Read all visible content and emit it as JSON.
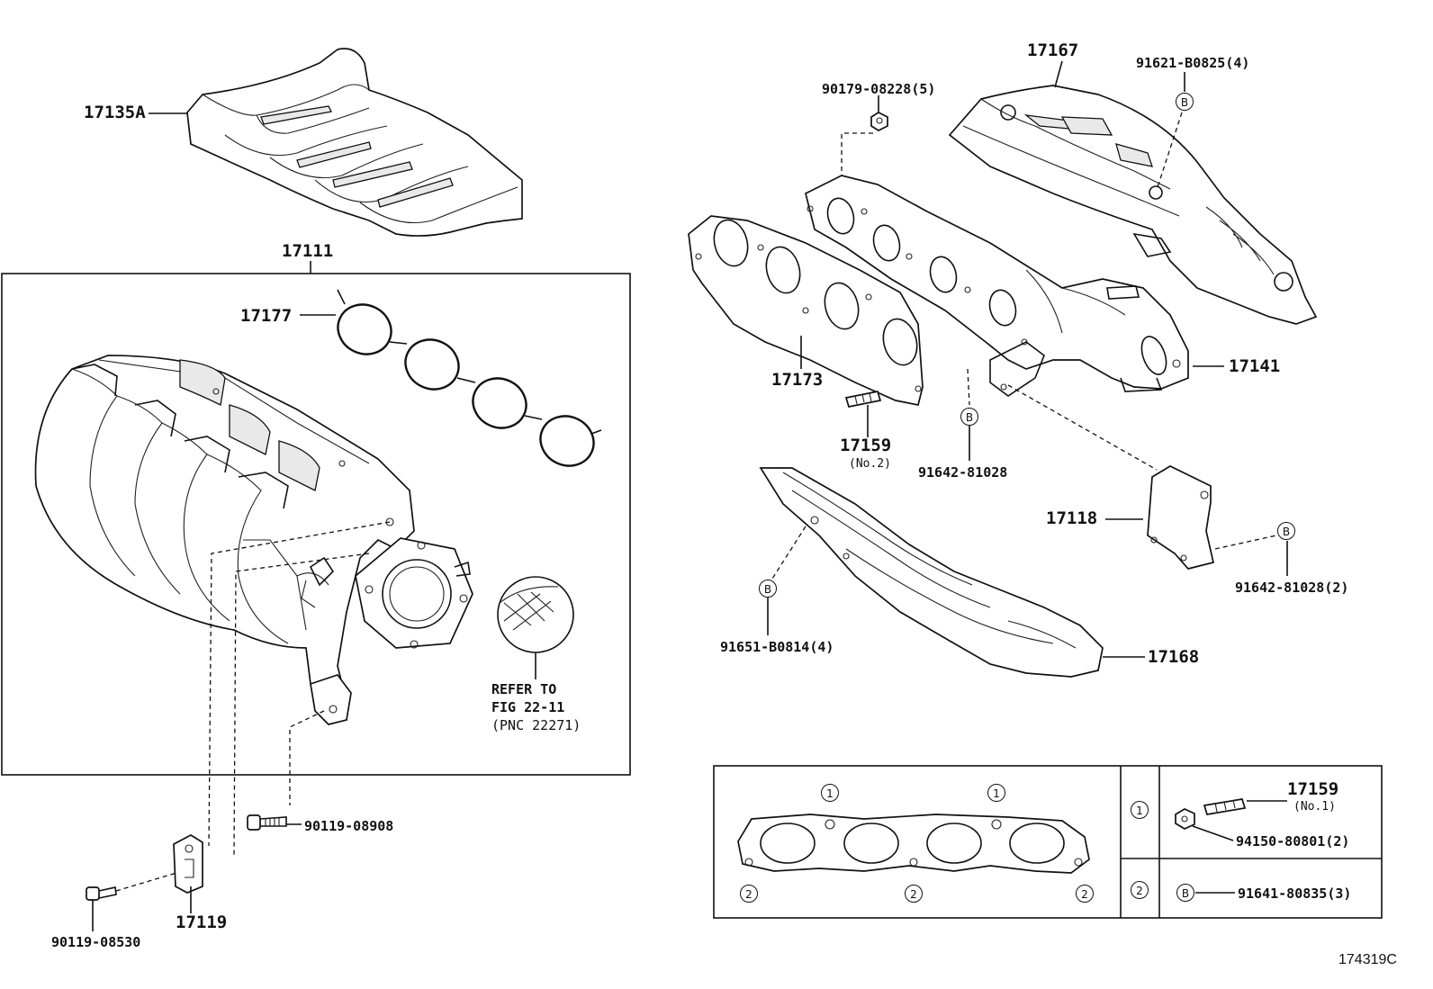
{
  "parts": {
    "p17135a": "17135A",
    "p17111": "17111",
    "p17177": "17177",
    "p17167": "17167",
    "p90179": "90179-08228(5)",
    "p91621": "91621-B0825(4)",
    "p17173": "17173",
    "p17141": "17141",
    "p17159": "17159",
    "p17159_sub": "(No.2)",
    "p91642a": "91642-81028",
    "p17118": "17118",
    "p91642b": "91642-81028(2)",
    "p91651": "91651-B0814(4)",
    "p17168": "17168",
    "p90119a": "90119-08908",
    "p90119b": "90119-08530",
    "p17119": "17119"
  },
  "reference_note": {
    "line1": "REFER TO",
    "line2": "FIG 22-11",
    "line3": "(PNC 22271)"
  },
  "markers": {
    "b": "B",
    "one": "1",
    "two": "2"
  },
  "legend": {
    "row1_part": "17159",
    "row1_sub": "(No.1)",
    "row1_bolt": "94150-80801(2)",
    "row2_part": "91641-80835(3)"
  },
  "figure_id": "174319C"
}
